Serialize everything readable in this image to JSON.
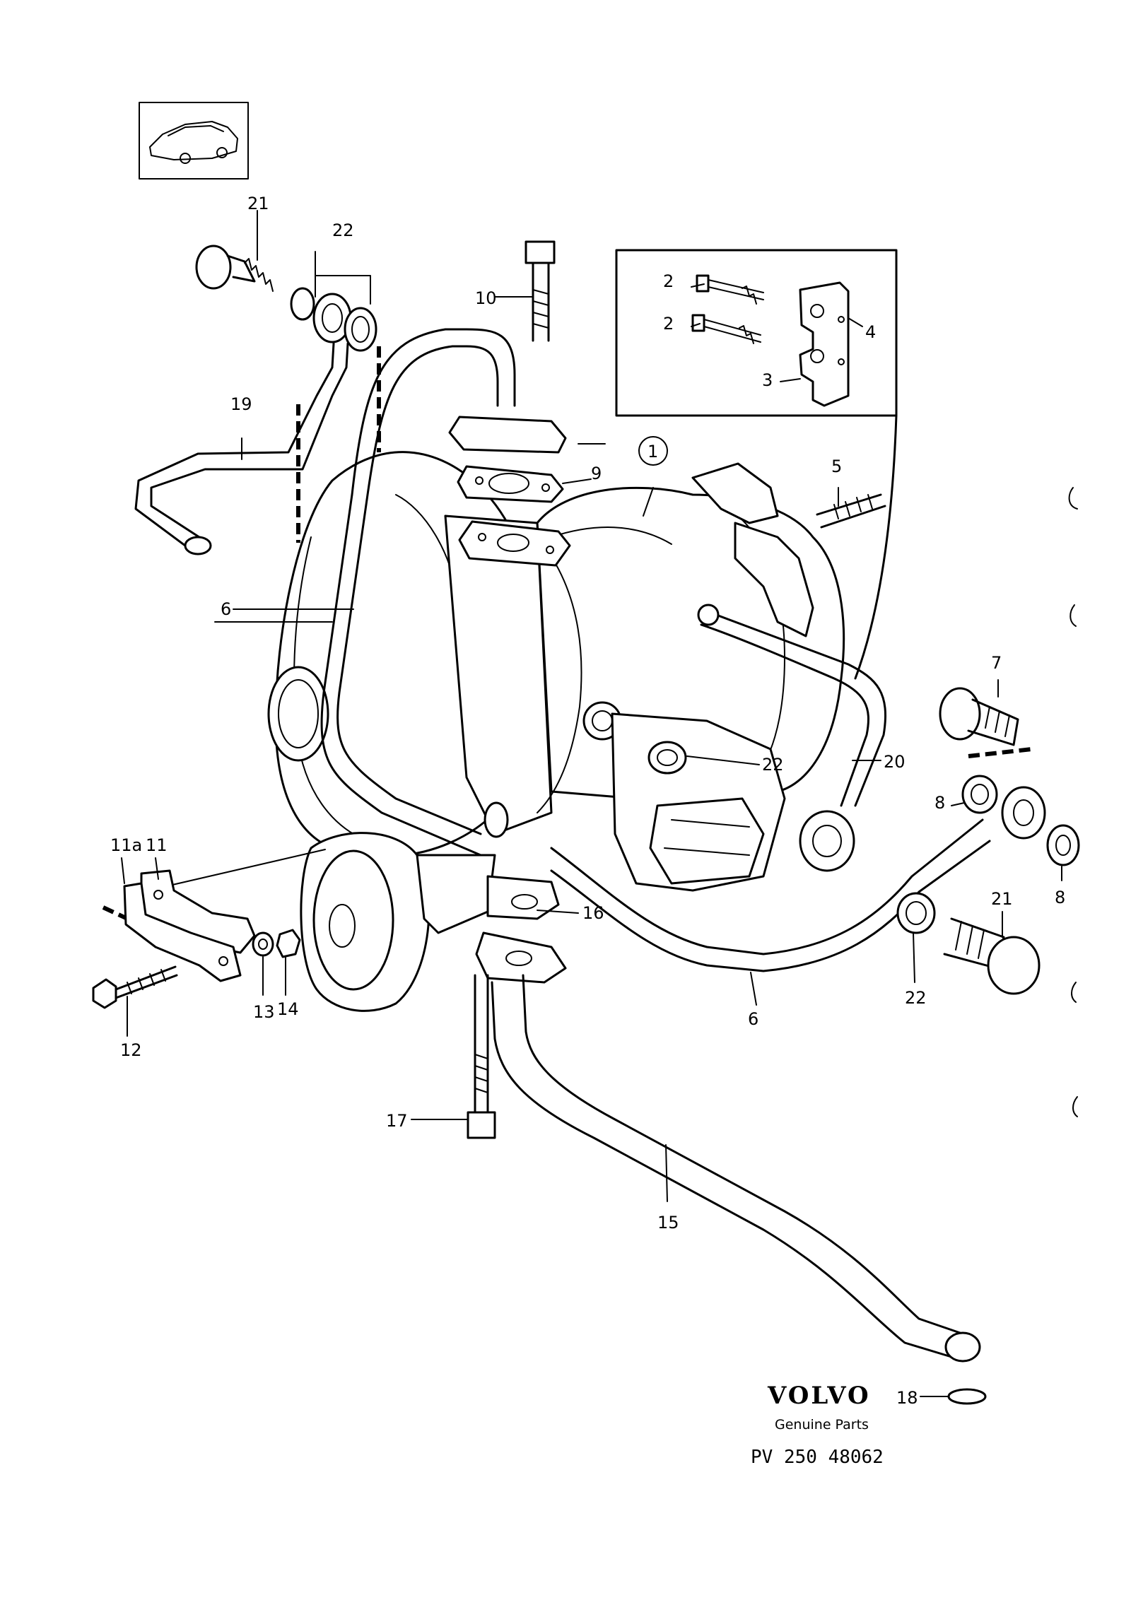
{
  "callouts": {
    "c1": "1",
    "c2a": "2",
    "c2b": "2",
    "c3": "3",
    "c4": "4",
    "c5": "5",
    "c6a": "6",
    "c6b": "6",
    "c7": "7",
    "c8a": "8",
    "c8b": "8",
    "c9": "9",
    "c10": "10",
    "c11": "11",
    "c11a": "11a",
    "c12": "12",
    "c13": "13",
    "c14": "14",
    "c15": "15",
    "c16": "16",
    "c17": "17",
    "c18": "18",
    "c19": "19",
    "c20": "20",
    "c21a": "21",
    "c21b": "21",
    "c22a": "22",
    "c22b": "22",
    "c22c": "22"
  },
  "footer": {
    "brand": "VOLVO",
    "subtitle": "Genuine Parts",
    "code": "PV 250 48062"
  },
  "icons": [
    "car-thumbnail-icon",
    "detail-inset-box",
    "volvo-logo"
  ]
}
